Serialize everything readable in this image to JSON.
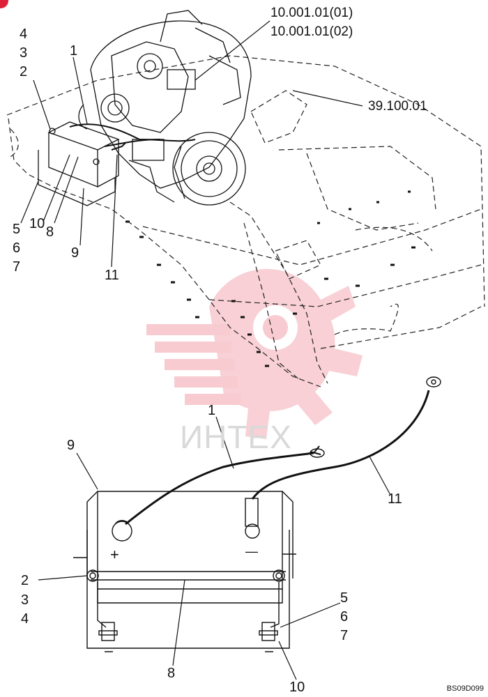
{
  "callouts": {
    "ref_engine_1": "10.001.01(01)",
    "ref_engine_2": "10.001.01(02)",
    "ref_frame": "39.100.01",
    "top": {
      "n4": "4",
      "n3": "3",
      "n2": "2",
      "n1": "1",
      "n5": "5",
      "n10": "10",
      "n8": "8",
      "n6": "6",
      "n7": "7",
      "n9": "9",
      "n11": "11"
    },
    "bottom": {
      "n1": "1",
      "n9": "9",
      "n11": "11",
      "n2": "2",
      "n3": "3",
      "n4": "4",
      "n5": "5",
      "n6": "6",
      "n7": "7",
      "n8": "8",
      "n10": "10"
    }
  },
  "battery": {
    "plus": "+",
    "minus": "—"
  },
  "watermark": {
    "text": "ИНТЕХ",
    "color": "#f4b8bf"
  },
  "drawing_code": "BS09D099",
  "colors": {
    "line": "#111111",
    "dashed": "#222222",
    "watermark": "#f6c2c8",
    "corner": "#e0203a"
  }
}
